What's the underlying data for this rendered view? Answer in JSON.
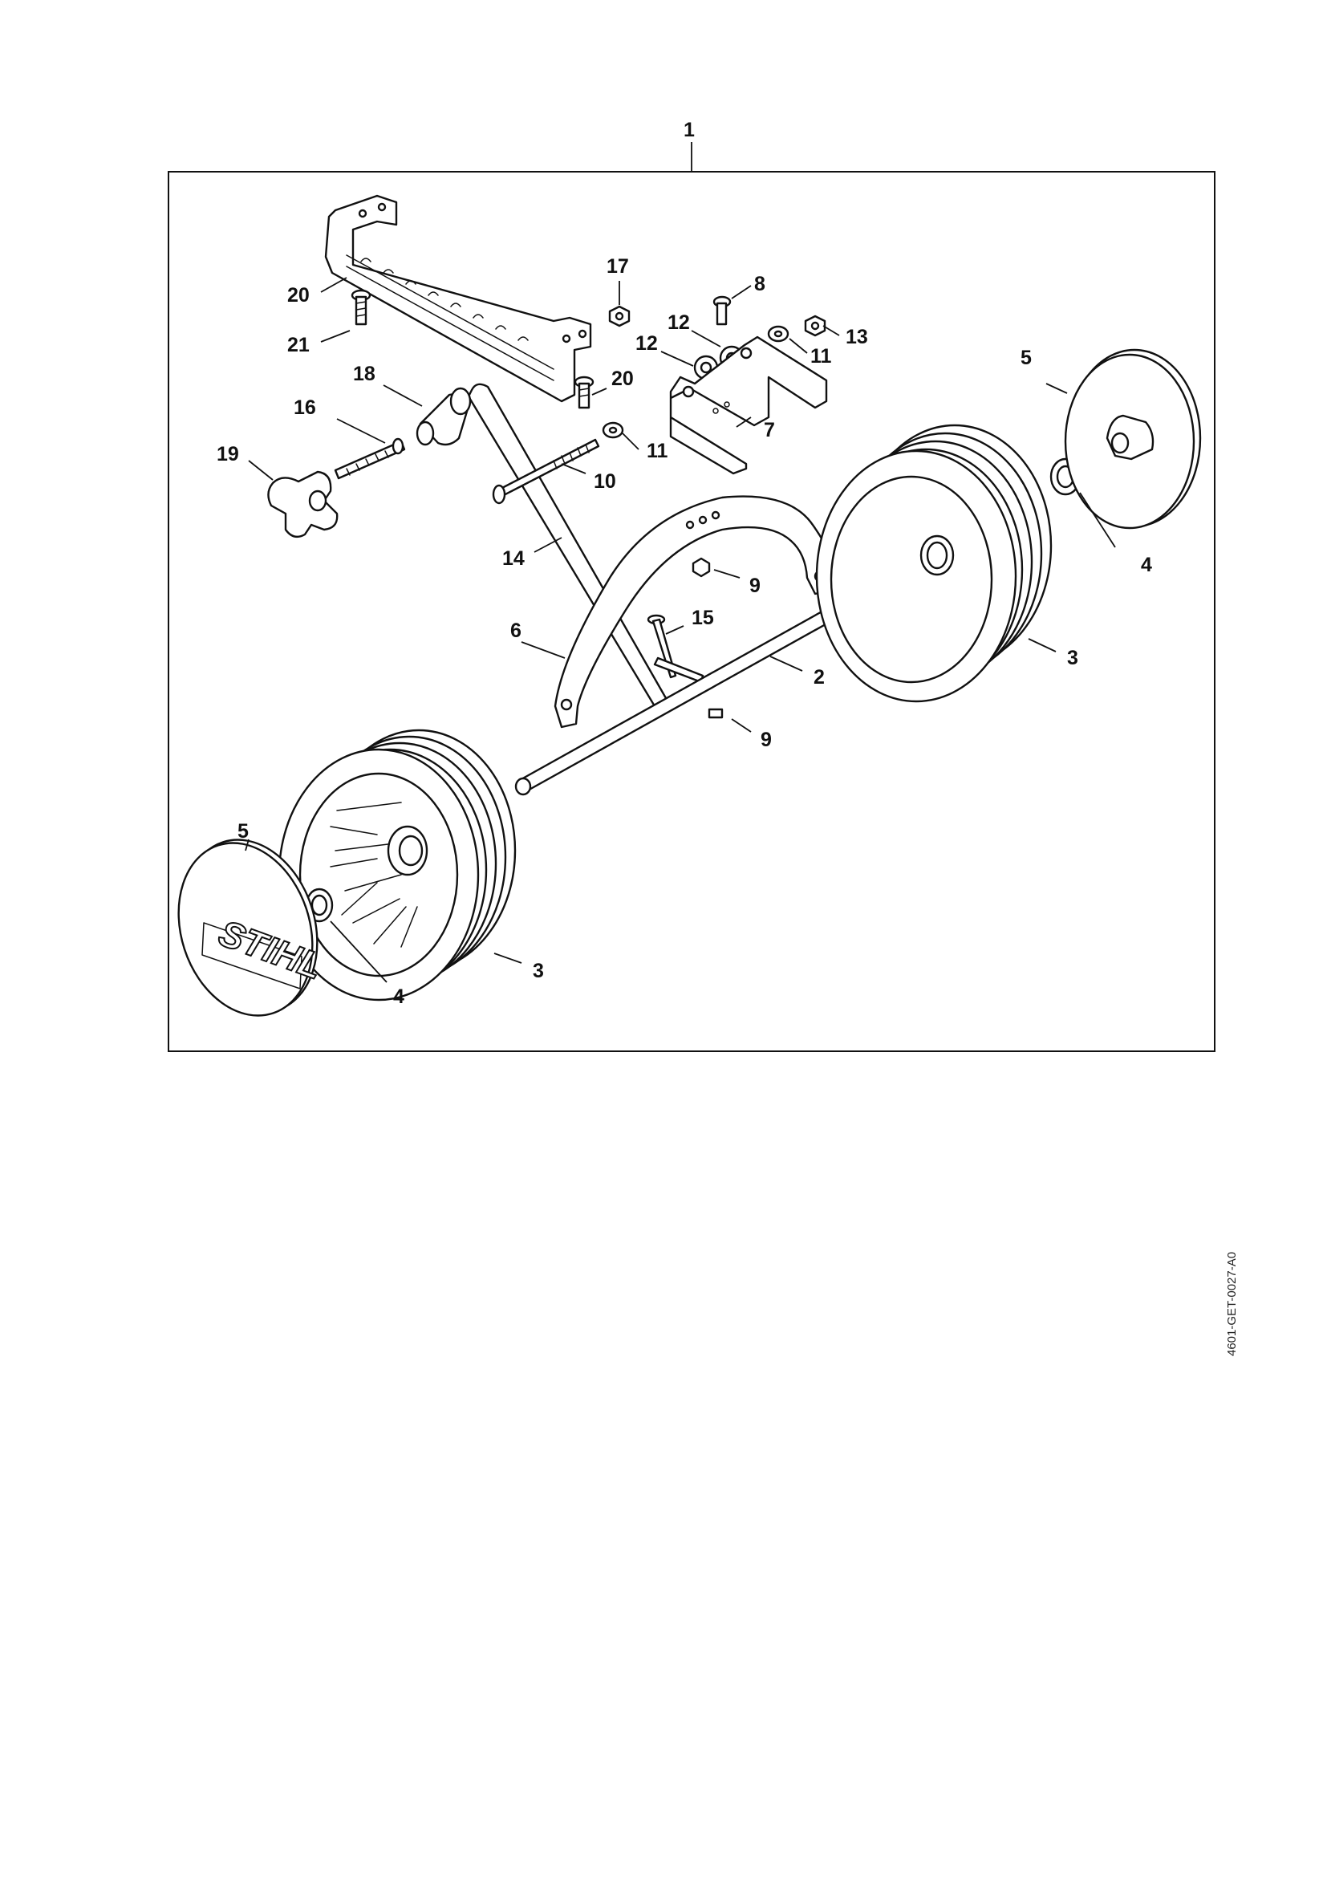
{
  "drawing_id": "4601-GET-0027-A0",
  "callouts": {
    "c1": "1",
    "c2": "2",
    "c3a": "3",
    "c3b": "3",
    "c4a": "4",
    "c4b": "4",
    "c5a": "5",
    "c5b": "5",
    "c6": "6",
    "c7": "7",
    "c8": "8",
    "c9a": "9",
    "c9b": "9",
    "c10": "10",
    "c11a": "11",
    "c11b": "11",
    "c12a": "12",
    "c12b": "12",
    "c13": "13",
    "c14": "14",
    "c15": "15",
    "c16": "16",
    "c17": "17",
    "c18": "18",
    "c19": "19",
    "c20a": "20",
    "c20b": "20",
    "c21": "21"
  },
  "logo": {
    "text": "STIHL"
  }
}
